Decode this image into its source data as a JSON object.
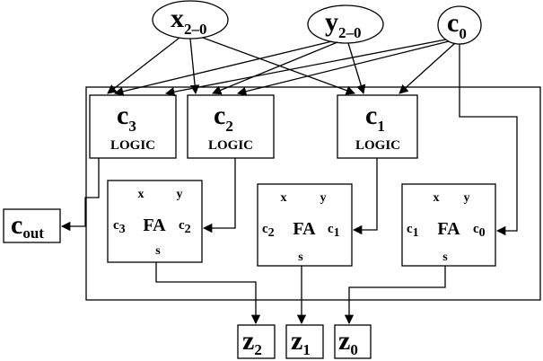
{
  "inputs": {
    "x": {
      "name": "x",
      "sub": "2–0"
    },
    "y": {
      "name": "y",
      "sub": "2–0"
    },
    "c0": {
      "name": "c",
      "sub": "0"
    }
  },
  "logic_blocks": [
    {
      "name": "c",
      "sub": "3",
      "label": "LOGIC"
    },
    {
      "name": "c",
      "sub": "2",
      "label": "LOGIC"
    },
    {
      "name": "c",
      "sub": "1",
      "label": "LOGIC"
    }
  ],
  "full_adders": [
    {
      "label": "FA",
      "x": "x",
      "y": "y",
      "s": "s",
      "cin": "c",
      "cin_sub": "2",
      "cout": "c",
      "cout_sub": "3"
    },
    {
      "label": "FA",
      "x": "x",
      "y": "y",
      "s": "s",
      "cin": "c",
      "cin_sub": "1",
      "cout": "c",
      "cout_sub": "2"
    },
    {
      "label": "FA",
      "x": "x",
      "y": "y",
      "s": "s",
      "cin": "c",
      "cin_sub": "0",
      "cout": "c",
      "cout_sub": "1"
    }
  ],
  "outputs": {
    "cout": {
      "name": "c",
      "sub": "out"
    },
    "z": [
      {
        "name": "z",
        "sub": "2"
      },
      {
        "name": "z",
        "sub": "1"
      },
      {
        "name": "z",
        "sub": "0"
      }
    ]
  }
}
